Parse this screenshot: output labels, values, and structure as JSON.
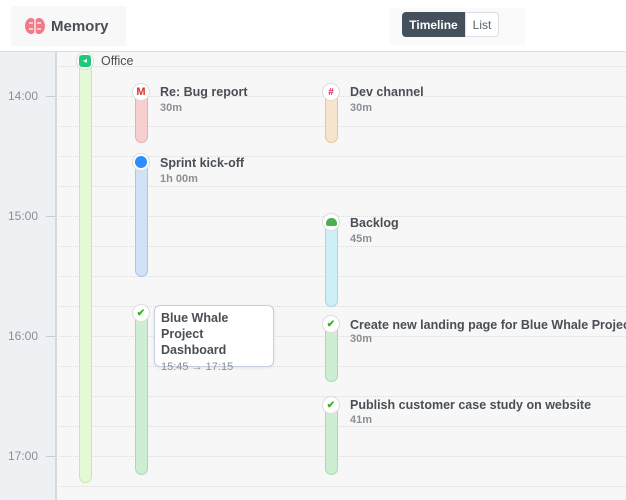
{
  "app": {
    "name": "Memory",
    "logo_icon": "brain-icon",
    "logo_color": "#f07b86"
  },
  "view_toggle": {
    "options": [
      "Timeline",
      "List"
    ],
    "selected": "Timeline"
  },
  "hours": [
    "14:00",
    "15:00",
    "16:00",
    "17:00"
  ],
  "lanes": {
    "office": {
      "title": "Office",
      "icon": "location-arrow-icon",
      "color": "#e6f9d6"
    },
    "events": [
      {
        "title": "Re: Bug report",
        "duration": "30m",
        "icon": "gmail-icon",
        "color": "#f8cfcf"
      },
      {
        "title": "Sprint kick-off",
        "duration": "1h 00m",
        "icon": "zoom-video-icon",
        "color": "#cfe2f6"
      },
      {
        "title": "Blue Whale Project Dashboard",
        "range_start": "15:45",
        "range_arrow": "→",
        "range_end": "17:15",
        "icon": "check-icon",
        "color": "#cdeed3"
      },
      {
        "title": "Dev channel",
        "duration": "30m",
        "icon": "slack-icon",
        "color": "#f8e3cc"
      },
      {
        "title": "Backlog",
        "duration": "45m",
        "icon": "backlog-icon",
        "color": "#cdf0f6"
      },
      {
        "title": "Create new landing page for Blue Whale Project",
        "duration": "30m",
        "icon": "check-icon",
        "color": "#cdeed3"
      },
      {
        "title": "Publish customer case study on website",
        "duration": "41m",
        "icon": "check-icon",
        "color": "#cdeed3"
      }
    ]
  }
}
